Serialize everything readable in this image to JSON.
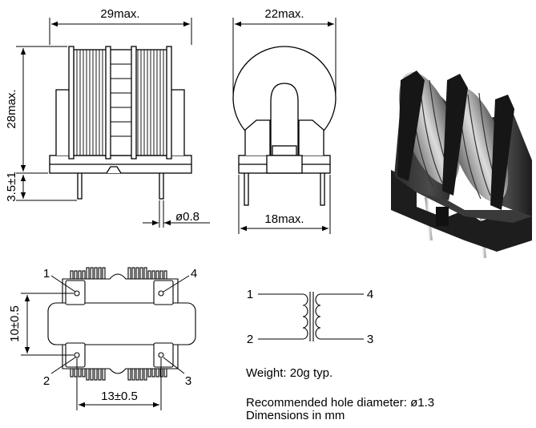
{
  "dimensions": {
    "front_width": "29max.",
    "height": "28max.",
    "pin_length": "3.5±1",
    "pin_diameter": "ø0.8",
    "side_width": "22max.",
    "side_base": "18max.",
    "pin_spacing_y": "10±0.5",
    "pin_spacing_x": "13±0.5"
  },
  "pins": {
    "p1": "1",
    "p2": "2",
    "p3": "3",
    "p4": "4"
  },
  "schematic_pins": {
    "p1": "1",
    "p2": "2",
    "p3": "3",
    "p4": "4"
  },
  "notes": {
    "weight": "Weight: 20g typ.",
    "hole": "Recommended hole diameter: ø1.3",
    "units": "Dimensions in mm"
  }
}
